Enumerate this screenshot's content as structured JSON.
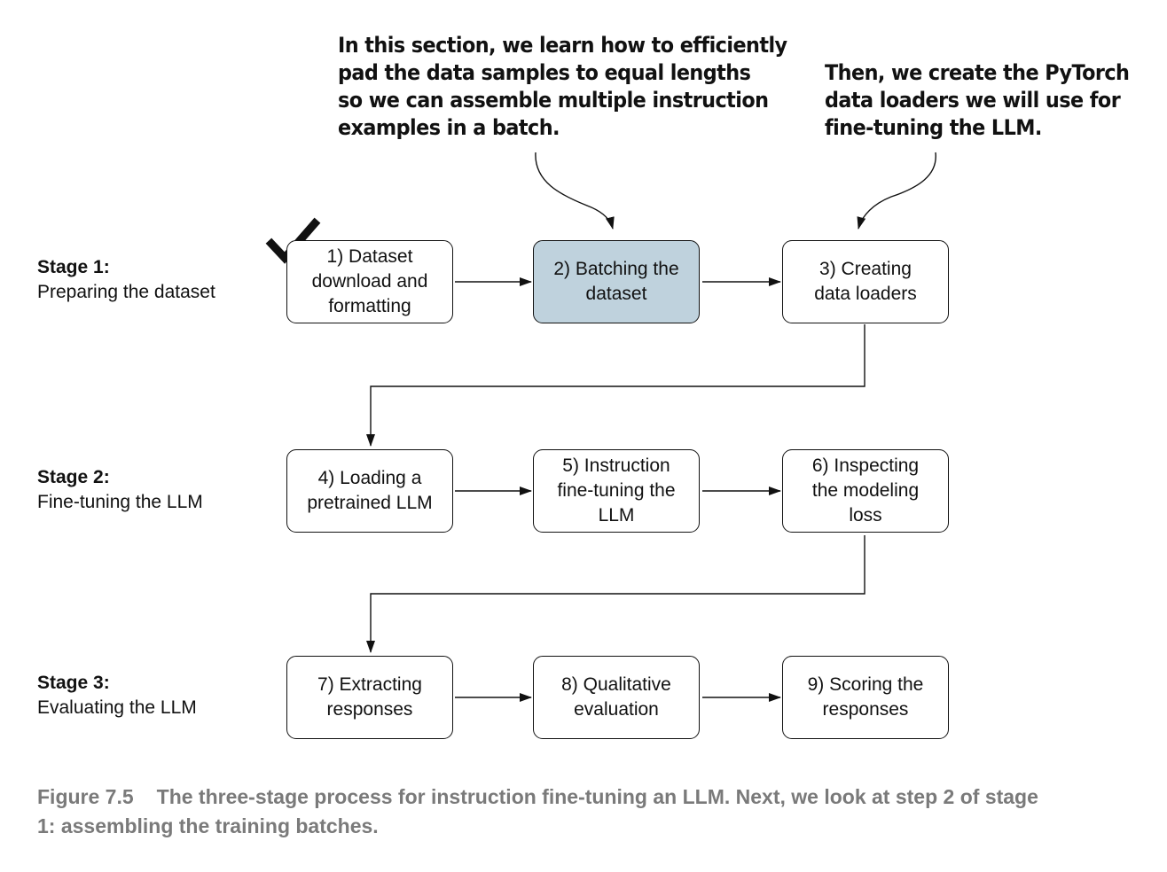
{
  "annotations": {
    "batching_note": [
      "In this section, we learn how to efficiently",
      "pad the data samples to equal lengths",
      "so we can assemble multiple instruction",
      "examples in a batch."
    ],
    "loaders_note": [
      "Then, we create the PyTorch",
      "data loaders we will use for",
      "fine-tuning the LLM."
    ]
  },
  "stages": [
    {
      "title": "Stage 1:",
      "subtitle": "Preparing the dataset"
    },
    {
      "title": "Stage 2:",
      "subtitle": "Fine-tuning the LLM"
    },
    {
      "title": "Stage 3:",
      "subtitle": "Evaluating the LLM"
    }
  ],
  "steps": [
    {
      "lines": [
        "1) Dataset",
        "download and",
        "formatting"
      ],
      "completed": true
    },
    {
      "lines": [
        "2) Batching the",
        "dataset"
      ],
      "current": true
    },
    {
      "lines": [
        "3) Creating",
        "data loaders"
      ]
    },
    {
      "lines": [
        "4) Loading a",
        "pretrained LLM"
      ]
    },
    {
      "lines": [
        "5) Instruction",
        "fine-tuning the",
        "LLM"
      ]
    },
    {
      "lines": [
        "6) Inspecting",
        "the modeling",
        "loss"
      ]
    },
    {
      "lines": [
        "7) Extracting",
        "responses"
      ]
    },
    {
      "lines": [
        "8) Qualitative",
        "evaluation"
      ]
    },
    {
      "lines": [
        "9) Scoring the",
        "responses"
      ]
    }
  ],
  "colors": {
    "current_step_fill": "#bfd2dd",
    "caption_text": "#7a7a7a",
    "lines": "#111111"
  },
  "icons": {
    "completed_marker": "checkmark-icon"
  },
  "caption": {
    "figure_label": "Figure 7.5",
    "line1": "The three-stage process for instruction fine-tuning an LLM. Next, we look at step 2 of stage",
    "line2": "1: assembling the training batches."
  }
}
